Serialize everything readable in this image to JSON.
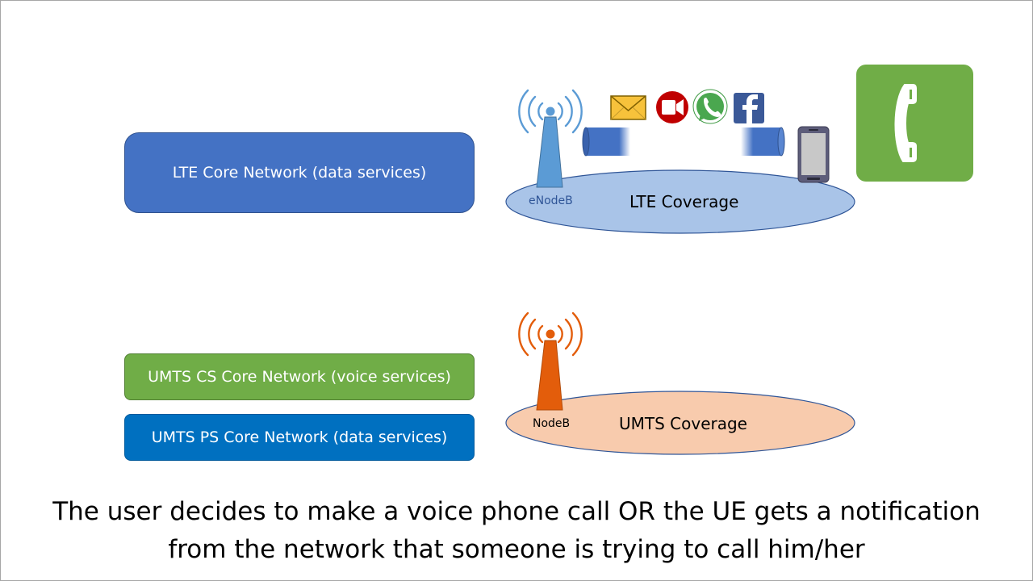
{
  "lte_core": {
    "label": "LTE Core Network (data services)"
  },
  "umts_cs_core": {
    "label": "UMTS CS Core Network (voice services)"
  },
  "umts_ps_core": {
    "label": "UMTS PS Core Network (data services)"
  },
  "lte_coverage": {
    "label": "LTE Coverage",
    "station_label": "eNodeB"
  },
  "umts_coverage": {
    "label": "UMTS Coverage",
    "station_label": "NodeB"
  },
  "caption": {
    "line1": "The user decides to make a voice phone call OR the UE gets a notification",
    "line2": "from the  network that someone is trying to call him/her"
  },
  "icons": {
    "enodeb_tower": "antenna-tower-icon",
    "nodeb_tower": "antenna-tower-icon",
    "services": [
      "envelope-icon",
      "video-camera-icon",
      "whatsapp-icon",
      "facebook-icon"
    ],
    "ue": "smartphone-icon",
    "call": "phone-handset-icon"
  },
  "colors": {
    "lte_core": "#4472c4",
    "umts_cs_core": "#70ad47",
    "umts_ps_core": "#0070c0",
    "lte_coverage": "#a9c4e8",
    "umts_coverage": "#f8cbad",
    "enodeb": "#5b9bd5",
    "nodeb": "#e35d0b",
    "call_tile": "#70ad47"
  }
}
